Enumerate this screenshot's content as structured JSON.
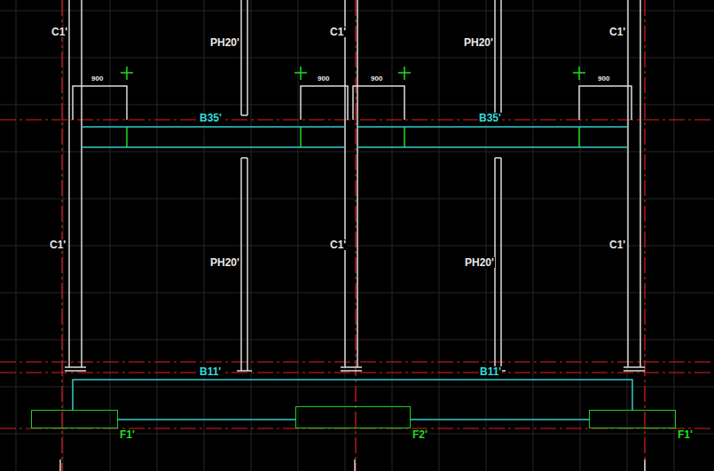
{
  "diagram": {
    "nodes": [
      {
        "text": [
          "F1'"
        ]
      },
      {
        "text": [
          "F2'"
        ]
      },
      {
        "text": [
          "F1'"
        ]
      }
    ],
    "edges": [
      {
        "from": 0,
        "to": 1,
        "arrow": "none"
      },
      {
        "from": 1,
        "to": 2,
        "arrow": "none"
      }
    ],
    "labels": [
      "C1'",
      "PH20'",
      "C1'",
      "PH20'",
      "C1'",
      "900",
      "900",
      "900",
      "900",
      "B35'",
      "B35'",
      "C1'",
      "PH20'",
      "C1'",
      "PH20'",
      "C1'",
      "B11'",
      "B11'"
    ]
  }
}
